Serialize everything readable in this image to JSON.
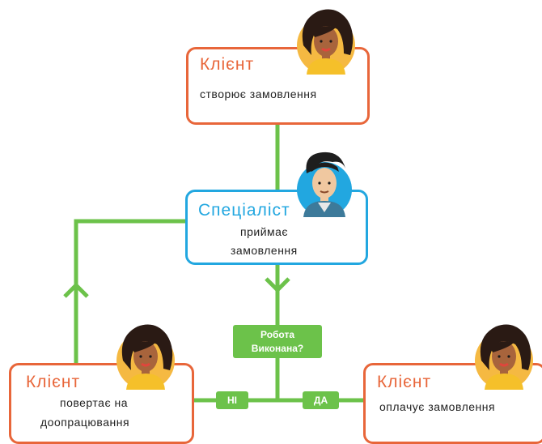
{
  "nodes": {
    "client_top": {
      "title": "Клієнт",
      "text": "створює замовлення"
    },
    "specialist": {
      "title": "Спеціаліст",
      "line1": "приймає",
      "line2": "замовлення"
    },
    "decision": {
      "line1": "Робота",
      "line2": "Виконана?"
    },
    "client_left": {
      "title": "Клієнт",
      "line1": "повертає на",
      "line2": "доопрацювання"
    },
    "client_right": {
      "title": "Клієнт",
      "text": "оплачує замовлення"
    }
  },
  "labels": {
    "no": "НІ",
    "yes": "ДА"
  },
  "colors": {
    "client": "#e8663a",
    "specialist": "#22a7e0",
    "connector": "#6cc24a"
  },
  "icons": [
    "woman-avatar-icon",
    "man-avatar-icon",
    "arrow-up-icon",
    "arrow-down-icon"
  ]
}
